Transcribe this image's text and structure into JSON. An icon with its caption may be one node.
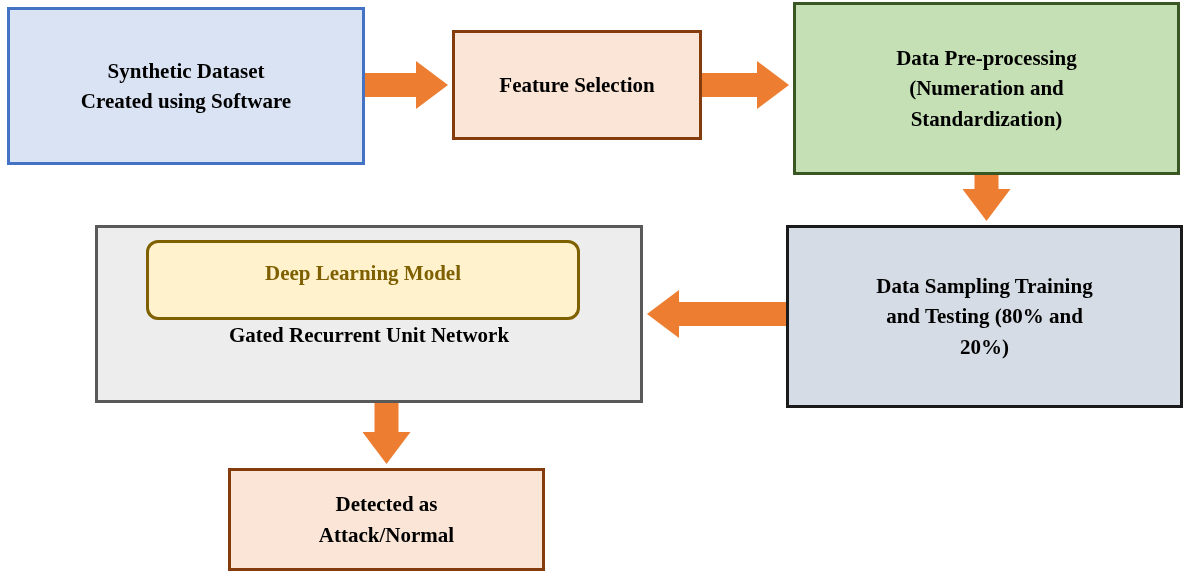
{
  "diagram": {
    "nodes": [
      {
        "text": [
          "Synthetic Dataset Created using Software"
        ]
      },
      {
        "text": [
          "Feature Selection"
        ]
      },
      {
        "text": [
          "Data Pre-processing (Numeration and Standardization)"
        ]
      },
      {
        "text": [
          "Data Sampling Training and Testing (80% and 20%)"
        ]
      },
      {
        "text": [
          "Gated Recurrent Unit Network"
        ]
      },
      {
        "text": [
          "Deep Learning Model"
        ],
        "in": 4
      },
      {
        "text": [
          "Detected as Attack/Normal"
        ]
      }
    ],
    "edges": [
      {
        "from": 0,
        "to": 1,
        "arrow": "to"
      },
      {
        "from": 1,
        "to": 2,
        "arrow": "to"
      },
      {
        "from": 2,
        "to": 3,
        "arrow": "to"
      },
      {
        "from": 3,
        "to": 4,
        "arrow": "to"
      },
      {
        "from": 4,
        "to": 6,
        "arrow": "to"
      }
    ]
  }
}
